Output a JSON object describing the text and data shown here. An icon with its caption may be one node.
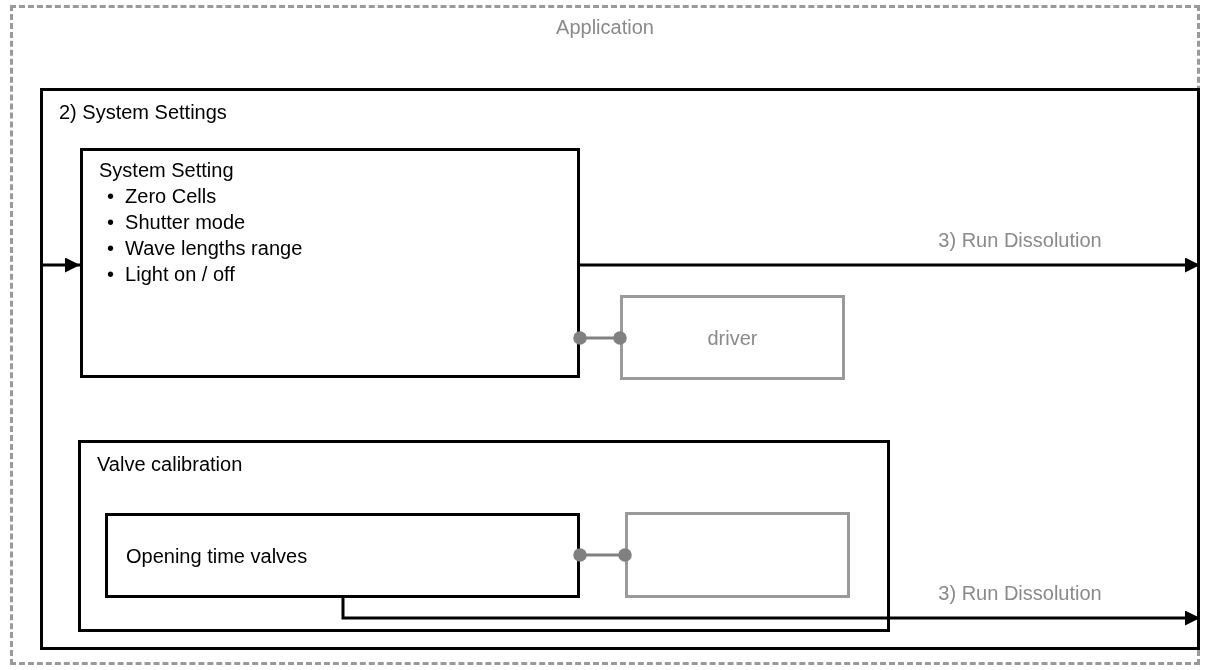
{
  "diagram": {
    "nodes": [
      {
        "text": [
          "Application"
        ]
      },
      {
        "text": [
          "2) System Settings"
        ],
        "in": 0
      },
      {
        "text": [
          "System Setting",
          "•  Zero Cells",
          "•  Shutter mode",
          "•  Wave lengths range",
          "•  Light on / off"
        ],
        "in": 1
      },
      {
        "text": [
          "driver"
        ],
        "in": 1
      },
      {
        "text": [
          "Valve calibration"
        ],
        "in": 1
      },
      {
        "text": [
          "Opening time valves"
        ],
        "in": 4
      },
      {
        "text": [],
        "shape": "box",
        "in": 4
      }
    ],
    "edges": [
      {
        "from": null,
        "to": 2,
        "arrow": "to"
      },
      {
        "from": 2,
        "to": 1,
        "arrow": "to",
        "label": "3) Run Dissolution"
      },
      {
        "from": 2,
        "to": 3,
        "arrow": "other",
        "color": "#808080"
      },
      {
        "from": 5,
        "to": 6,
        "arrow": "other",
        "color": "#808080"
      },
      {
        "from": 5,
        "to": 1,
        "arrow": "to",
        "label": "3) Run Dissolution"
      }
    ]
  }
}
